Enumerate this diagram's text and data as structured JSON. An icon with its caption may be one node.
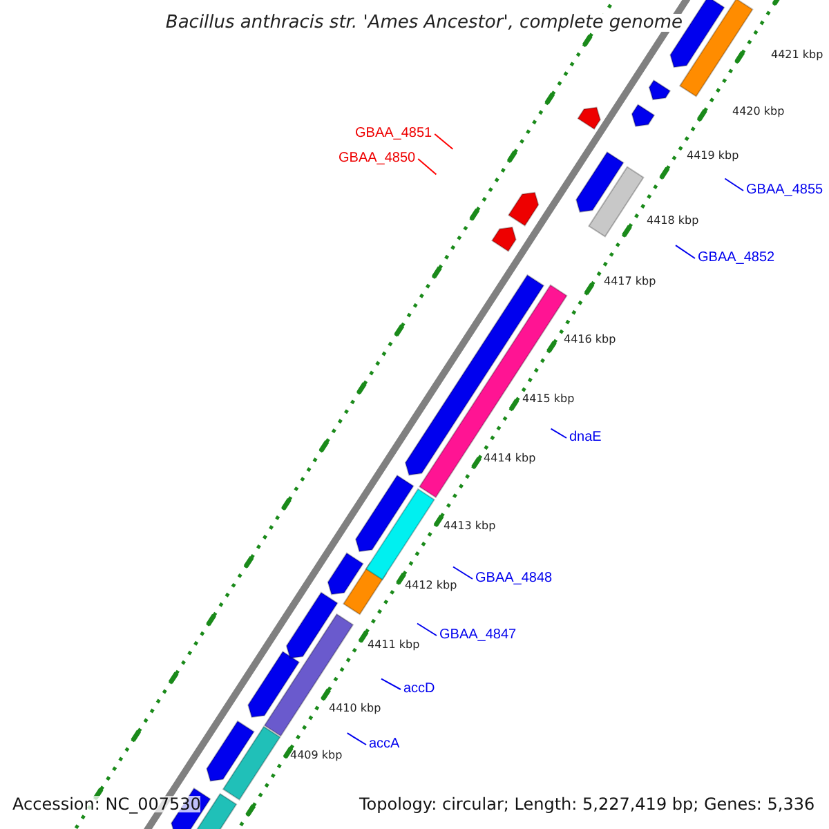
{
  "diagram": {
    "title": "Bacillus anthracis str. 'Ames Ancestor', complete genome",
    "nodes": [
      {
        "text": [
          "GBAA_4851"
        ]
      },
      {
        "text": [
          "GBAA_4850"
        ]
      },
      {
        "text": [
          "GBAA_4855"
        ]
      },
      {
        "text": [
          "GBAA_4852"
        ]
      },
      {
        "text": [
          "dnaE"
        ]
      },
      {
        "text": [
          "GBAA_4848"
        ]
      },
      {
        "text": [
          "GBAA_4847"
        ]
      },
      {
        "text": [
          "accD"
        ]
      },
      {
        "text": [
          "accA"
        ]
      }
    ],
    "edges": [
      {
        "from": 0,
        "to": null,
        "arrow": "none",
        "color": "#ff0000"
      },
      {
        "from": 1,
        "to": null,
        "arrow": "none",
        "color": "#ff0000"
      },
      {
        "from": 2,
        "to": null,
        "arrow": "none"
      },
      {
        "from": 3,
        "to": null,
        "arrow": "none"
      },
      {
        "from": 4,
        "to": null,
        "arrow": "none"
      },
      {
        "from": 5,
        "to": null,
        "arrow": "none"
      },
      {
        "from": 6,
        "to": null,
        "arrow": "none"
      },
      {
        "from": 7,
        "to": null,
        "arrow": "none"
      },
      {
        "from": 8,
        "to": null,
        "arrow": "none"
      }
    ],
    "labels": [
      "4421 kbp",
      "4420 kbp",
      "4419 kbp",
      "4418 kbp",
      "4417 kbp",
      "4416 kbp",
      "4415 kbp",
      "4414 kbp",
      "4413 kbp",
      "4412 kbp",
      "4411 kbp",
      "4410 kbp",
      "4409 kbp",
      "Accession: NC_007530",
      "Topology: circular; Length: 5,227,419 bp; Genes: 5,336"
    ]
  }
}
